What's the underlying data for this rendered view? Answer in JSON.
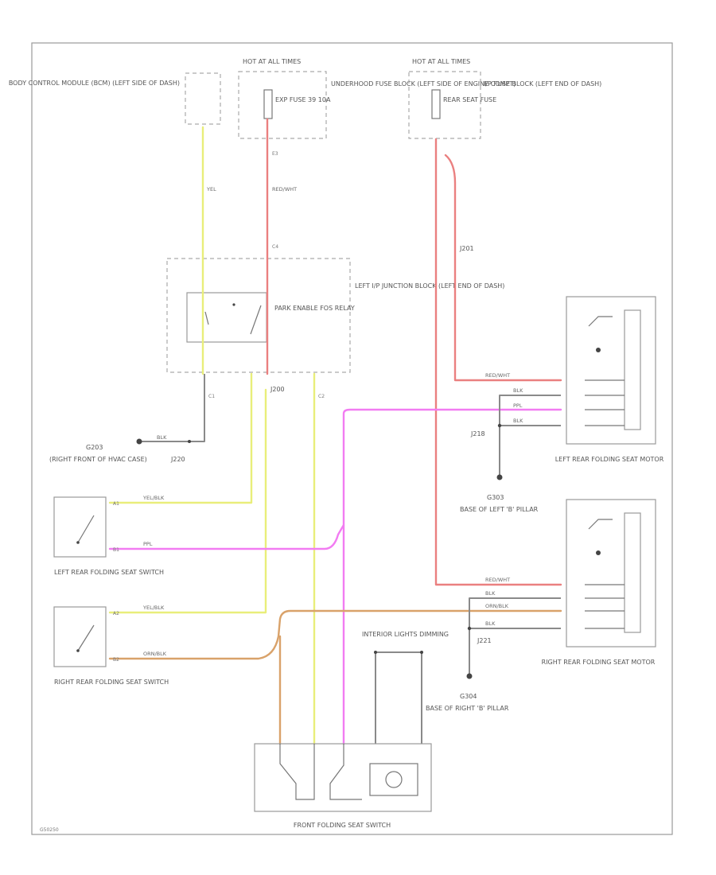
{
  "colors": {
    "yellow": "#e9ee7a",
    "red": "#ea8080",
    "pink": "#f27cf2",
    "orange": "#d9a26a",
    "black": "#8a8a8a",
    "frame": "#9a9a9a"
  },
  "components": {
    "bcm": "BODY CONTROL MODULE (BCM) (LEFT SIDE OF DASH)",
    "hot_at_all_times_1": "HOT AT ALL TIMES",
    "hot_at_all_times_2": "HOT AT ALL TIMES",
    "exp_fuse": "EXP FUSE 39 10A",
    "underhood_fuse_block": "UNDERHOOD FUSE BLOCK (LEFT SIDE OF ENGINE COMPT)",
    "rear_seat_fuse": "REAR SEAT FUSE",
    "ip_fuse_block": "I/P FUSE BLOCK (LEFT END OF DASH)",
    "junction_block": "LEFT I/P JUNCTION BLOCK (LEFT END OF DASH)",
    "relay": "PARK ENABLE FOS RELAY",
    "g203_title": "G203",
    "g203_desc": "(RIGHT FRONT OF HVAC CASE)",
    "left_switch": "LEFT REAR FOLDING SEAT SWITCH",
    "right_switch": "RIGHT REAR FOLDING SEAT SWITCH",
    "left_motor": "LEFT REAR FOLDING SEAT MOTOR",
    "right_motor": "RIGHT REAR FOLDING SEAT MOTOR",
    "g303_title": "G303",
    "g303_desc": "BASE OF LEFT 'B' PILLAR",
    "g304_title": "G304",
    "g304_desc": "BASE OF RIGHT 'B' PILLAR",
    "interior_lights": "INTERIOR LIGHTS DIMMING",
    "front_switch": "FRONT FOLDING SEAT SWITCH",
    "figure_code": "G50250"
  },
  "wires": {
    "yel": "YEL",
    "red_wht": "RED/WHT",
    "blk": "BLK",
    "ppl": "PPL",
    "yel_blk": "YEL/BLK",
    "orn_blk": "ORN/BLK"
  },
  "splices": {
    "j200": "J200",
    "j201": "J201",
    "j218": "J218",
    "j220": "J220",
    "j221": "J221"
  },
  "pins": {
    "a1": "A1",
    "a2": "A2",
    "b1": "B1",
    "b2": "B2",
    "c1": "C1",
    "c2": "C2",
    "c4": "C4",
    "e3": "E3"
  }
}
